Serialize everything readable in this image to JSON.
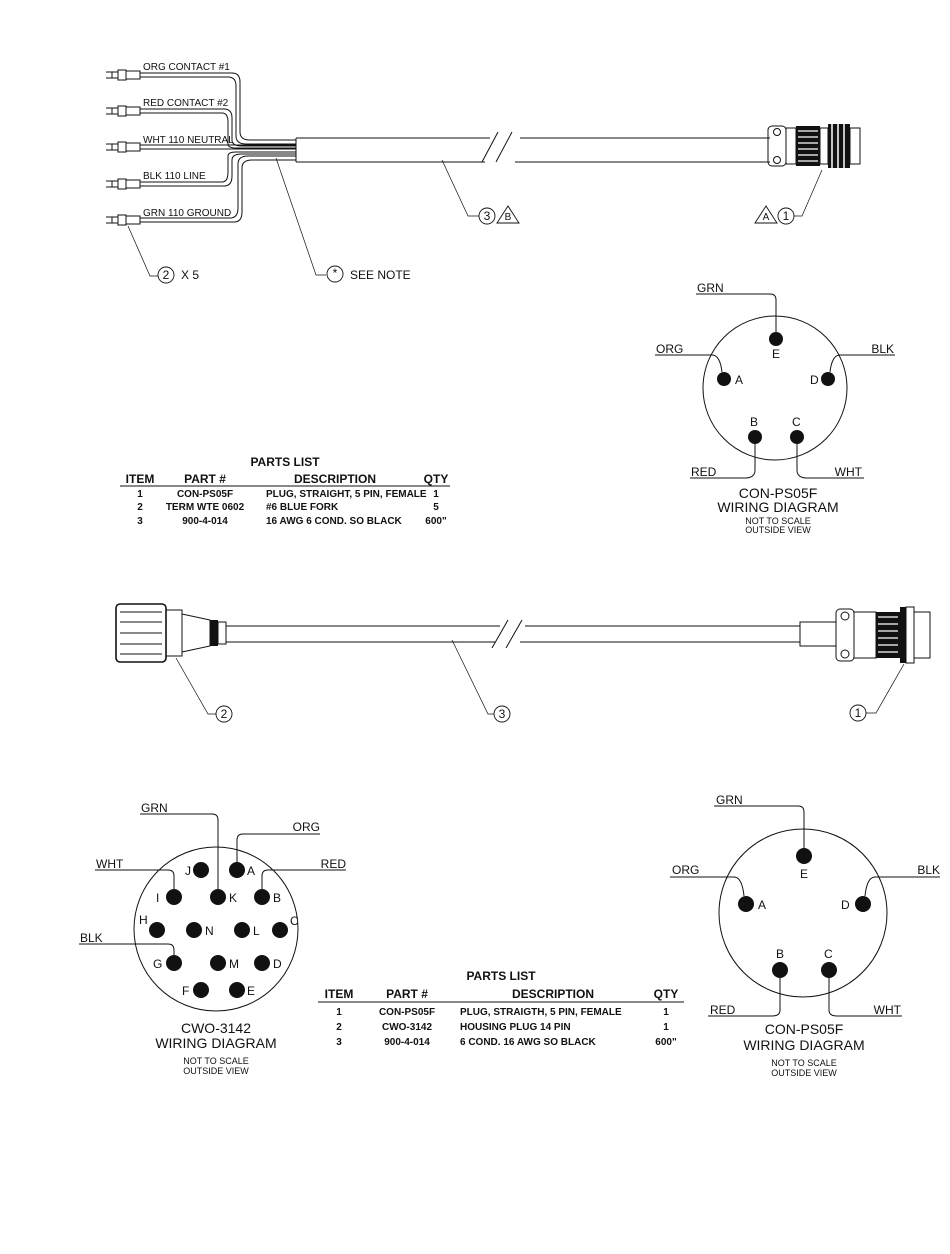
{
  "top_harness": {
    "wire_labels": [
      "ORG CONTACT #1",
      "RED CONTACT #2",
      "WHT 110 NEUTRAL",
      "BLK 110 LINE",
      "GRN 110 GROUND"
    ],
    "callouts": {
      "fork_item": "2",
      "fork_qty": "X 5",
      "note_item": "*",
      "note_text": "SEE NOTE",
      "cable_item": "3",
      "cable_rev": "B",
      "plug_item": "1",
      "plug_rev": "A"
    }
  },
  "top_wiring_diagram": {
    "pins": [
      {
        "pin": "E",
        "wire": "GRN"
      },
      {
        "pin": "A",
        "wire": "ORG"
      },
      {
        "pin": "D",
        "wire": "BLK"
      },
      {
        "pin": "B",
        "wire": "RED"
      },
      {
        "pin": "C",
        "wire": "WHT"
      }
    ],
    "title": "CON-PS05F",
    "subtitle": "WIRING DIAGRAM",
    "note1": "NOT TO SCALE",
    "note2": "OUTSIDE VIEW"
  },
  "parts_list_1": {
    "title": "PARTS LIST",
    "headers": [
      "ITEM",
      "PART #",
      "DESCRIPTION",
      "QTY"
    ],
    "rows": [
      [
        "1",
        "CON-PS05F",
        "PLUG, STRAIGHT, 5 PIN, FEMALE",
        "1"
      ],
      [
        "2",
        "TERM WTE 0602",
        "#6 BLUE FORK",
        "5"
      ],
      [
        "3",
        "900-4-014",
        "16 AWG 6 COND. SO BLACK",
        "600\""
      ]
    ]
  },
  "middle_harness": {
    "callouts": {
      "housing_item": "2",
      "cable_item": "3",
      "plug_item": "1"
    }
  },
  "cwo_wiring_diagram": {
    "wires": {
      "grn": "GRN",
      "org": "ORG",
      "wht": "WHT",
      "red": "RED",
      "blk": "BLK"
    },
    "pin_letters": [
      "J",
      "A",
      "I",
      "K",
      "B",
      "H",
      "N",
      "L",
      "C",
      "G",
      "M",
      "D",
      "F",
      "E"
    ],
    "title": "CWO-3142",
    "subtitle": "WIRING DIAGRAM",
    "note1": "NOT TO SCALE",
    "note2": "OUTSIDE VIEW"
  },
  "parts_list_2": {
    "title": "PARTS LIST",
    "headers": [
      "ITEM",
      "PART #",
      "DESCRIPTION",
      "QTY"
    ],
    "rows": [
      [
        "1",
        "CON-PS05F",
        "PLUG, STRAIGTH, 5 PIN, FEMALE",
        "1"
      ],
      [
        "2",
        "CWO-3142",
        "HOUSING PLUG 14 PIN",
        "1"
      ],
      [
        "3",
        "900-4-014",
        "6 COND. 16 AWG SO BLACK",
        "600\""
      ]
    ]
  },
  "bottom_wiring_diagram": {
    "pins": [
      {
        "pin": "E",
        "wire": "GRN"
      },
      {
        "pin": "A",
        "wire": "ORG"
      },
      {
        "pin": "D",
        "wire": "BLK"
      },
      {
        "pin": "B",
        "wire": "RED"
      },
      {
        "pin": "C",
        "wire": "WHT"
      }
    ],
    "title": "CON-PS05F",
    "subtitle": "WIRING DIAGRAM",
    "note1": "NOT TO SCALE",
    "note2": "OUTSIDE VIEW"
  }
}
